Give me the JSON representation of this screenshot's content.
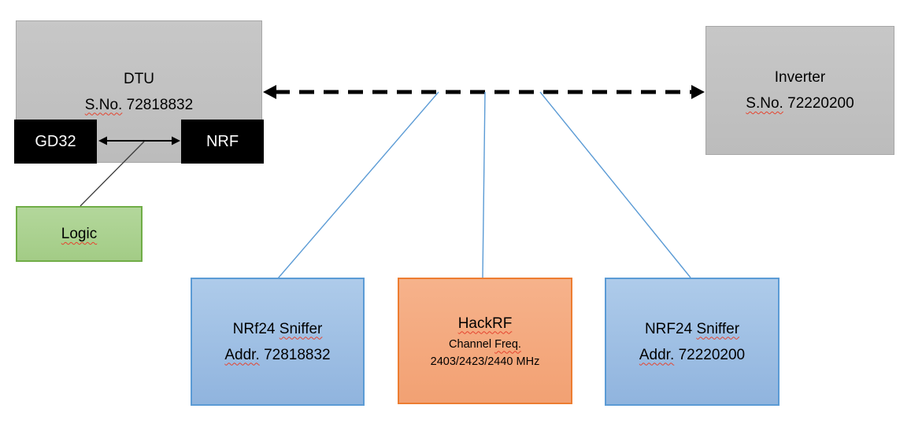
{
  "diagram": {
    "nodes": {
      "dtu": {
        "title": "DTU",
        "serial_label": "S.No.",
        "serial_value": "72818832"
      },
      "gd32": {
        "label": "GD32"
      },
      "nrf": {
        "label": "NRF"
      },
      "logic": {
        "label": "Logic"
      },
      "inverter": {
        "title": "Inverter",
        "serial_label": "S.No.",
        "serial_value": "72220200"
      },
      "sniffer_left": {
        "brand": "NRf24",
        "type_label": "Sniffer",
        "addr_label": "Addr.",
        "addr_value": "72818832"
      },
      "hackrf": {
        "title": "HackRF",
        "channel_label": "Channel",
        "freq_label": "Freq.",
        "frequencies": "2403/2423/2440 MHz"
      },
      "sniffer_right": {
        "brand": "NRF24",
        "type_label": "Sniffer",
        "addr_label": "Addr.",
        "addr_value": "72220200"
      }
    },
    "colors": {
      "gray_fill": "#bfbfbf",
      "gray_border": "#a6a6a6",
      "chip_fill": "#000000",
      "green_fill": "#a9d18e",
      "green_border": "#70ad47",
      "blue_fill": "#9dc3e6",
      "blue_border": "#5b9bd5",
      "orange_fill": "#f4b183",
      "orange_border": "#ed7d31",
      "connector_blue": "#5b9bd5",
      "arrow_black": "#000000",
      "spellcheck_red": "#e5432e"
    }
  }
}
